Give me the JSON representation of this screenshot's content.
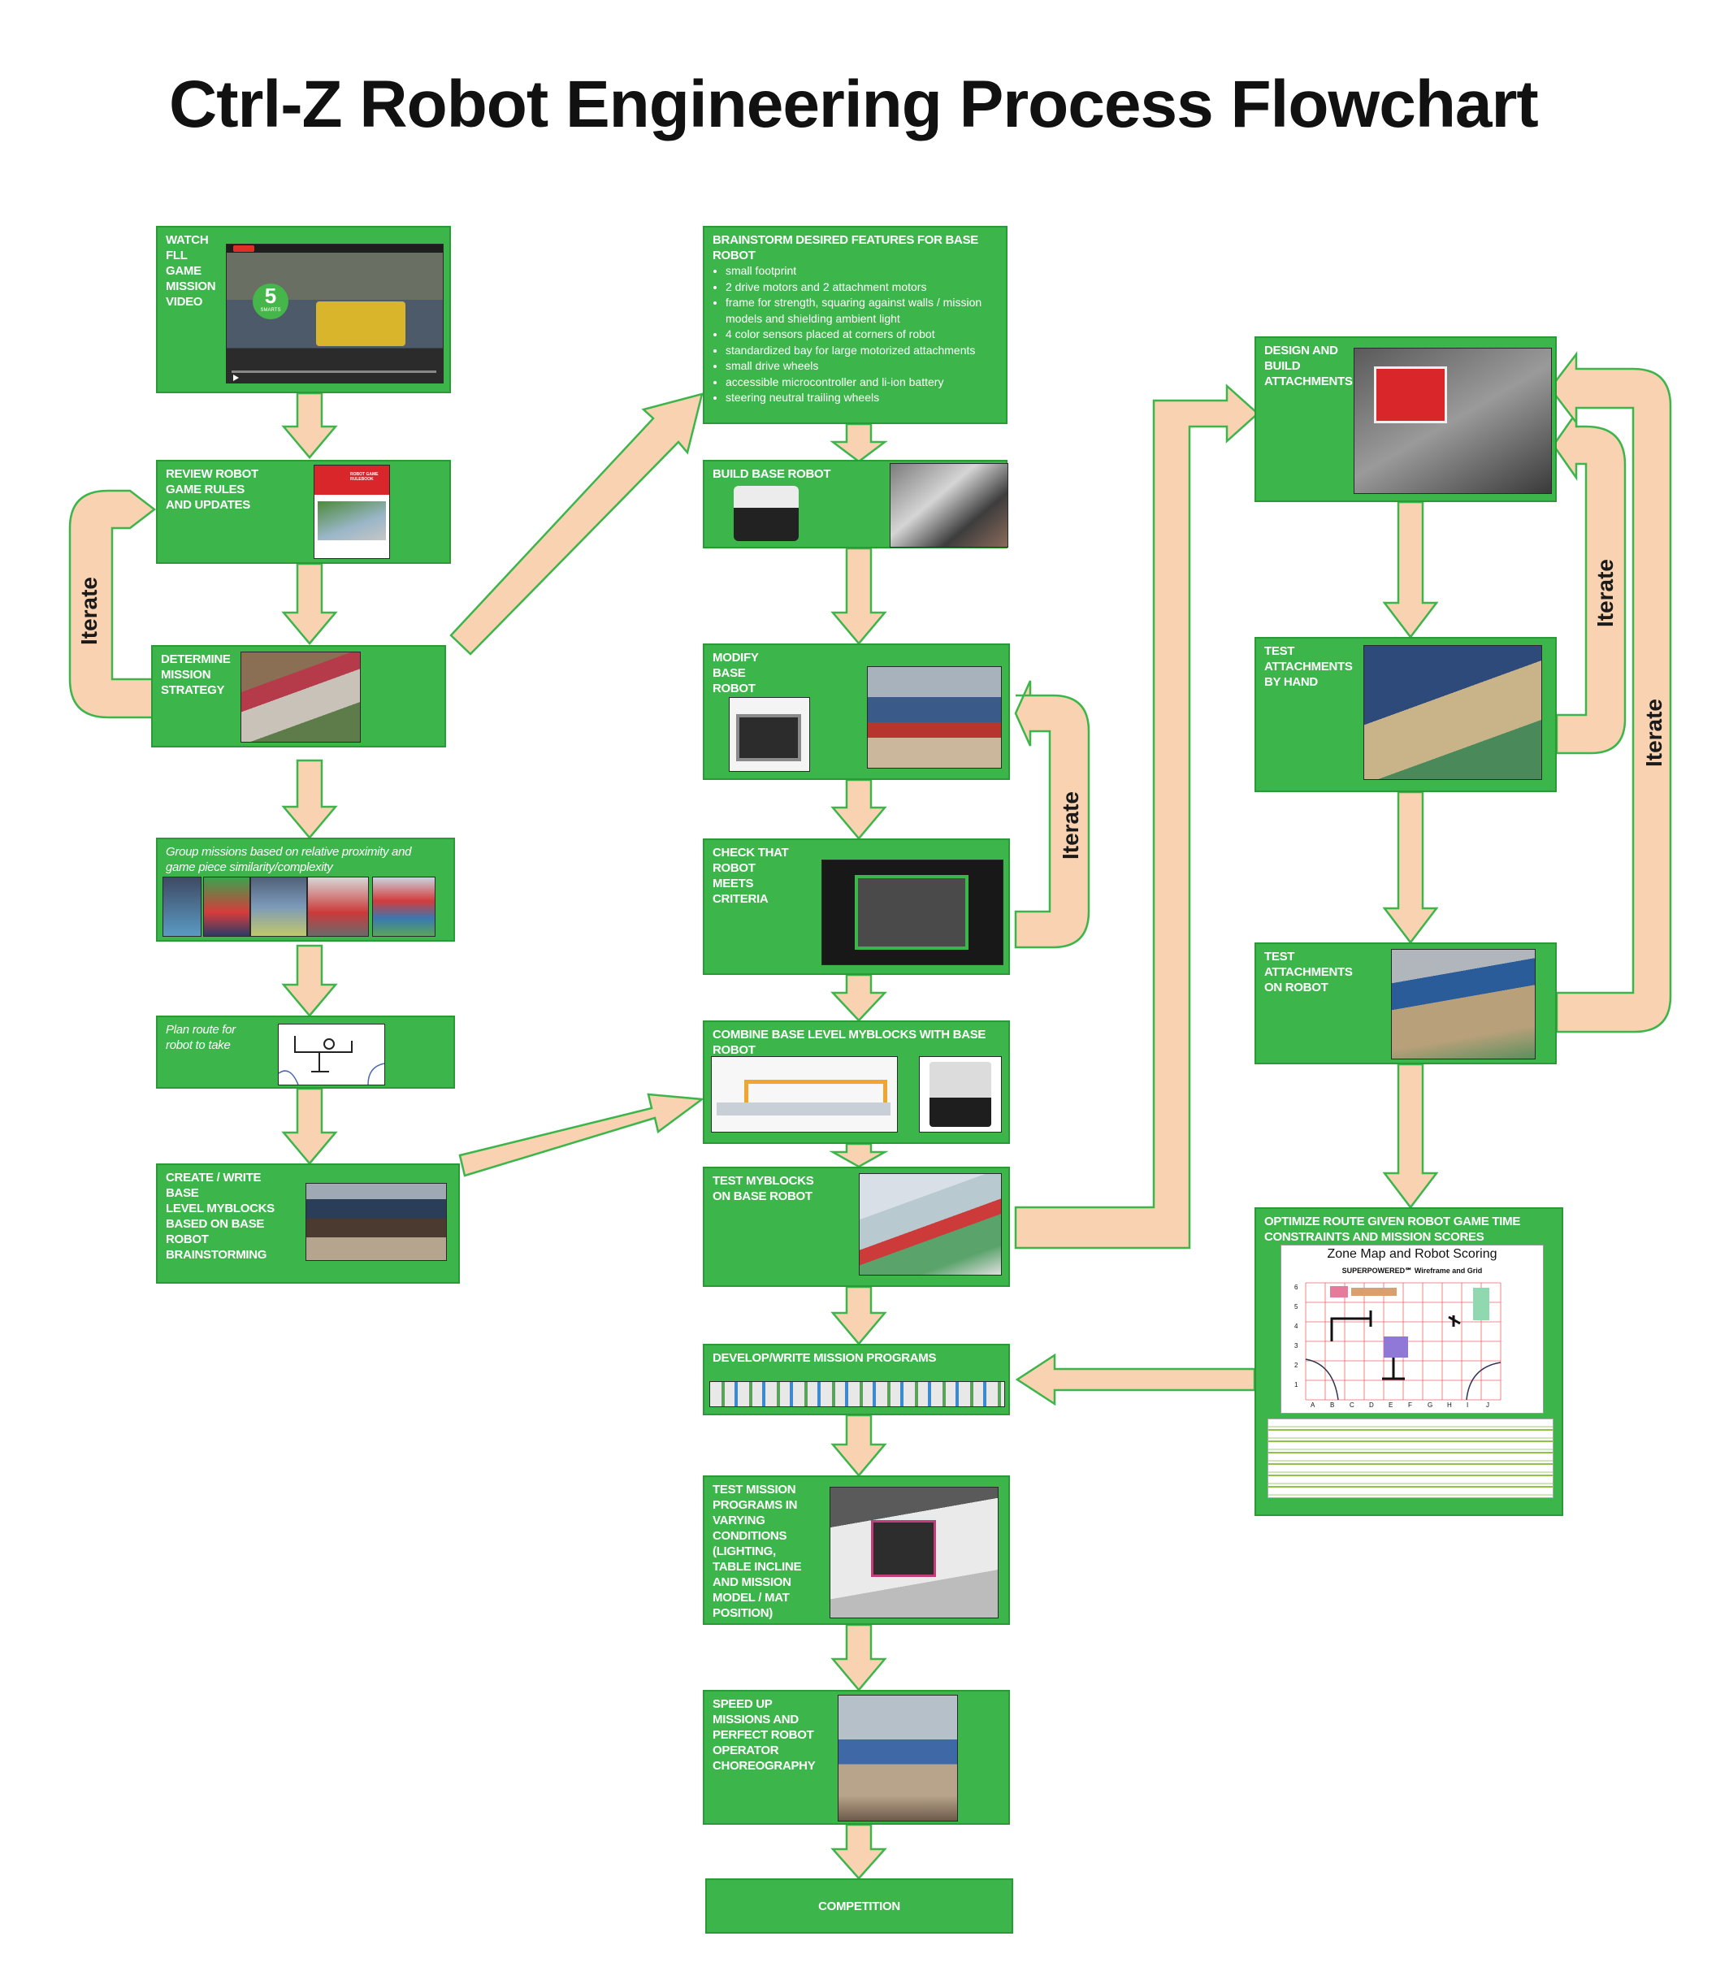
{
  "title": "Ctrl-Z Robot Engineering Process Flowchart",
  "colors": {
    "box_fill": "#3cb54a",
    "arrow_fill": "#f9d3b1",
    "arrow_stroke": "#3cb54a",
    "text": "#ffffff"
  },
  "left_column": {
    "watch": "WATCH\nFLL\nGAME\nMISSION\nVIDEO",
    "video_badge": "5",
    "video_badge_sub": "SMARTS",
    "review": "REVIEW ROBOT\nGAME RULES\nAND UPDATES",
    "rulebook_label": "ROBOT GAME\nRULEBOOK",
    "strategy": "DETERMINE\nMISSION\nSTRATEGY",
    "group": "Group missions based on relative proximity and\ngame piece similarity/complexity",
    "plan": "Plan route for\nrobot to take",
    "create": "CREATE / WRITE\nBASE\nLEVEL MYBLOCKS\nBASED ON BASE\nROBOT\nBRAINSTORMING"
  },
  "middle_column": {
    "brainstorm": "BRAINSTORM DESIRED FEATURES FOR BASE\nROBOT",
    "brainstorm_items": [
      "small footprint",
      "2 drive motors and 2 attachment motors",
      "frame for strength, squaring against walls / mission models and shielding ambient light",
      "4 color sensors placed at corners of robot",
      "standardized bay for large motorized attachments",
      "small drive wheels",
      "accessible microcontroller and li-ion battery",
      "steering neutral trailing wheels"
    ],
    "build": "BUILD BASE ROBOT",
    "modify": "MODIFY\nBASE\nROBOT",
    "check": "CHECK THAT\nROBOT\nMEETS\nCRITERIA",
    "combine": "COMBINE BASE LEVEL MYBLOCKS WITH BASE\nROBOT",
    "test_myblocks": "TEST MYBLOCKS\nON BASE ROBOT",
    "develop": "DEVELOP/WRITE MISSION PROGRAMS",
    "test_programs": "TEST MISSION\nPROGRAMS IN\nVARYING\nCONDITIONS\n(LIGHTING,\nTABLE INCLINE\nAND MISSION\nMODEL / MAT\nPOSITION)",
    "speed": "SPEED UP\nMISSIONS AND\nPERFECT ROBOT\nOPERATOR\nCHOREOGRAPHY",
    "competition": "COMPETITION"
  },
  "right_column": {
    "design": "DESIGN AND\nBUILD\nATTACHMENTS",
    "test_hand": "TEST\nATTACHMENTS\nBY HAND",
    "test_robot": "TEST\nATTACHMENTS\nON ROBOT",
    "optimize": "OPTIMIZE ROUTE GIVEN ROBOT GAME TIME\nCONSTRAINTS AND MISSION SCORES",
    "zone_title": "Zone Map and Robot Scoring",
    "zone_subtitle": "SUPERPOWERED℠ Wireframe and Grid",
    "grid_rows": [
      "6",
      "5",
      "4",
      "3",
      "2",
      "1"
    ],
    "grid_cols": [
      "A",
      "B",
      "C",
      "D",
      "E",
      "F",
      "G",
      "H",
      "I",
      "J"
    ]
  },
  "iterate": {
    "left": "Iterate",
    "middle": "Iterate",
    "right_inner": "Iterate",
    "right_outer": "Iterate"
  }
}
